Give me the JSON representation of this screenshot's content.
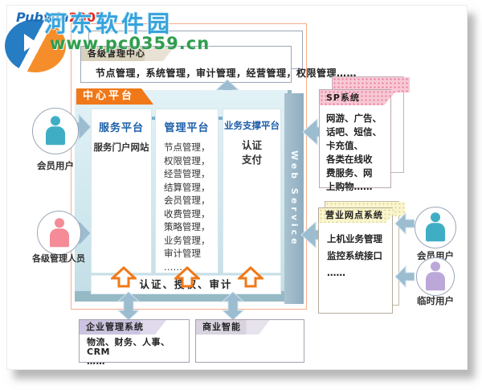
{
  "watermark": {
    "brand_blue": "Pubwin",
    "brand_red": "2007",
    "site_name": "河东软件园",
    "site_url": "www.pc0359.cn"
  },
  "top_box": {
    "title": "各级管理中心",
    "content": "节点管理，系统管理，审计管理，经营管理，权限管理……"
  },
  "platform": {
    "label": "中心平台",
    "web_service_label": "Web Service",
    "columns": [
      {
        "title": "服务平台",
        "content": "服务门户网站"
      },
      {
        "title": "管理平台",
        "content": "节点管理，\n权限管理，\n经营管理，\n结算管理，\n会员管理，\n收费管理，\n策略管理，\n业务管理，\n审计管理\n……"
      },
      {
        "title": "业务支撑平台",
        "content": "认证\n支付"
      }
    ],
    "bottom_bar": "认证、授权、审计"
  },
  "right_boxes": {
    "sp_system": {
      "title": "SP系统",
      "content": "网游、广告、\n话吧、短信、\n卡充值、\n各类在线收\n费服务、网\n上购物……"
    },
    "outlet_system": {
      "title": "营业网点系统",
      "content": "上机业务管理\n监控系统接口\n……"
    }
  },
  "bottom_boxes": {
    "enterprise": {
      "title": "企业管理系统",
      "content": "物流、财务、人事、CRM\n……"
    },
    "business_intelligence": {
      "title": "商业智能",
      "content": ""
    }
  },
  "actors": {
    "left_member": "会员用户",
    "left_admin": "各级管理人员",
    "right_member": "会员用户",
    "right_temp": "临时用户"
  },
  "colors": {
    "accent_orange": "#f07818",
    "frame_salmon": "#f5ae8c",
    "panel_cyan": "#cfe7ee",
    "arrow_blue": "#9cbcd0",
    "thin_arrow_blue": "#7faed2",
    "title_blue": "#1d5fa8",
    "header_tan": "#d8d1bc",
    "header_pink": "#f7c9d5",
    "header_yellow": "#faf6ce",
    "header_purple": "#cbc3df",
    "person_teal": "#3faec5",
    "person_pink": "#f48b96",
    "person_purple": "#bba8d8"
  }
}
